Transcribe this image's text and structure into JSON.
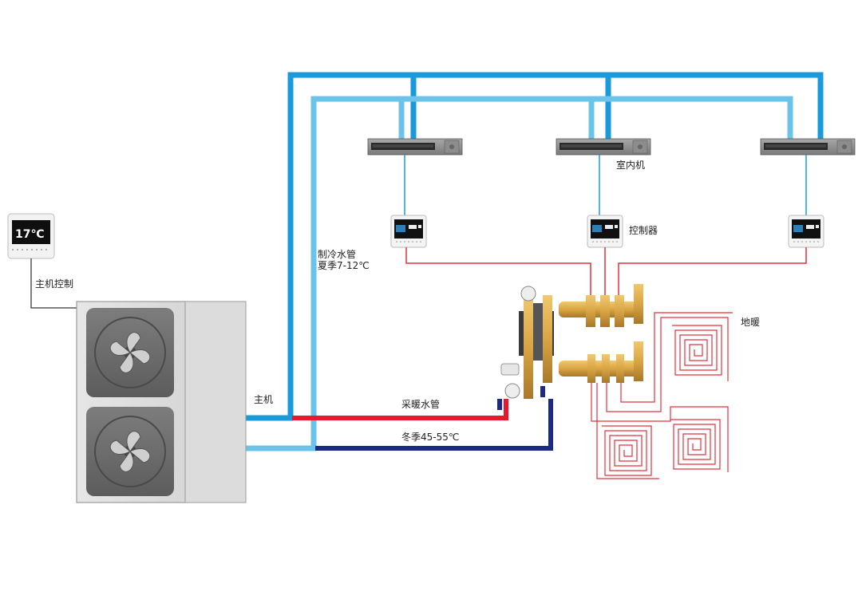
{
  "labels": {
    "main_control": "主机控制",
    "main_unit": "主机",
    "cooling_pipe_line1": "制冷水管",
    "cooling_pipe_line2": "夏季7-12℃",
    "indoor_unit": "室内机",
    "controller": "控制器",
    "floor_heating": "地暖",
    "heating_pipe": "采暖水管",
    "winter_temp": "冬季45-55℃"
  },
  "thermostat": {
    "display_text": "17℃"
  },
  "colors": {
    "pipe_dark_blue": "#1a9ad8",
    "pipe_light_blue": "#6cc3ea",
    "pipe_red": "#e8192c",
    "pipe_navy": "#1c2a86",
    "wire_red": "#e0323e",
    "brass": "#d9a544",
    "unit_gray": "#d4d4d4",
    "text": "#222222"
  }
}
